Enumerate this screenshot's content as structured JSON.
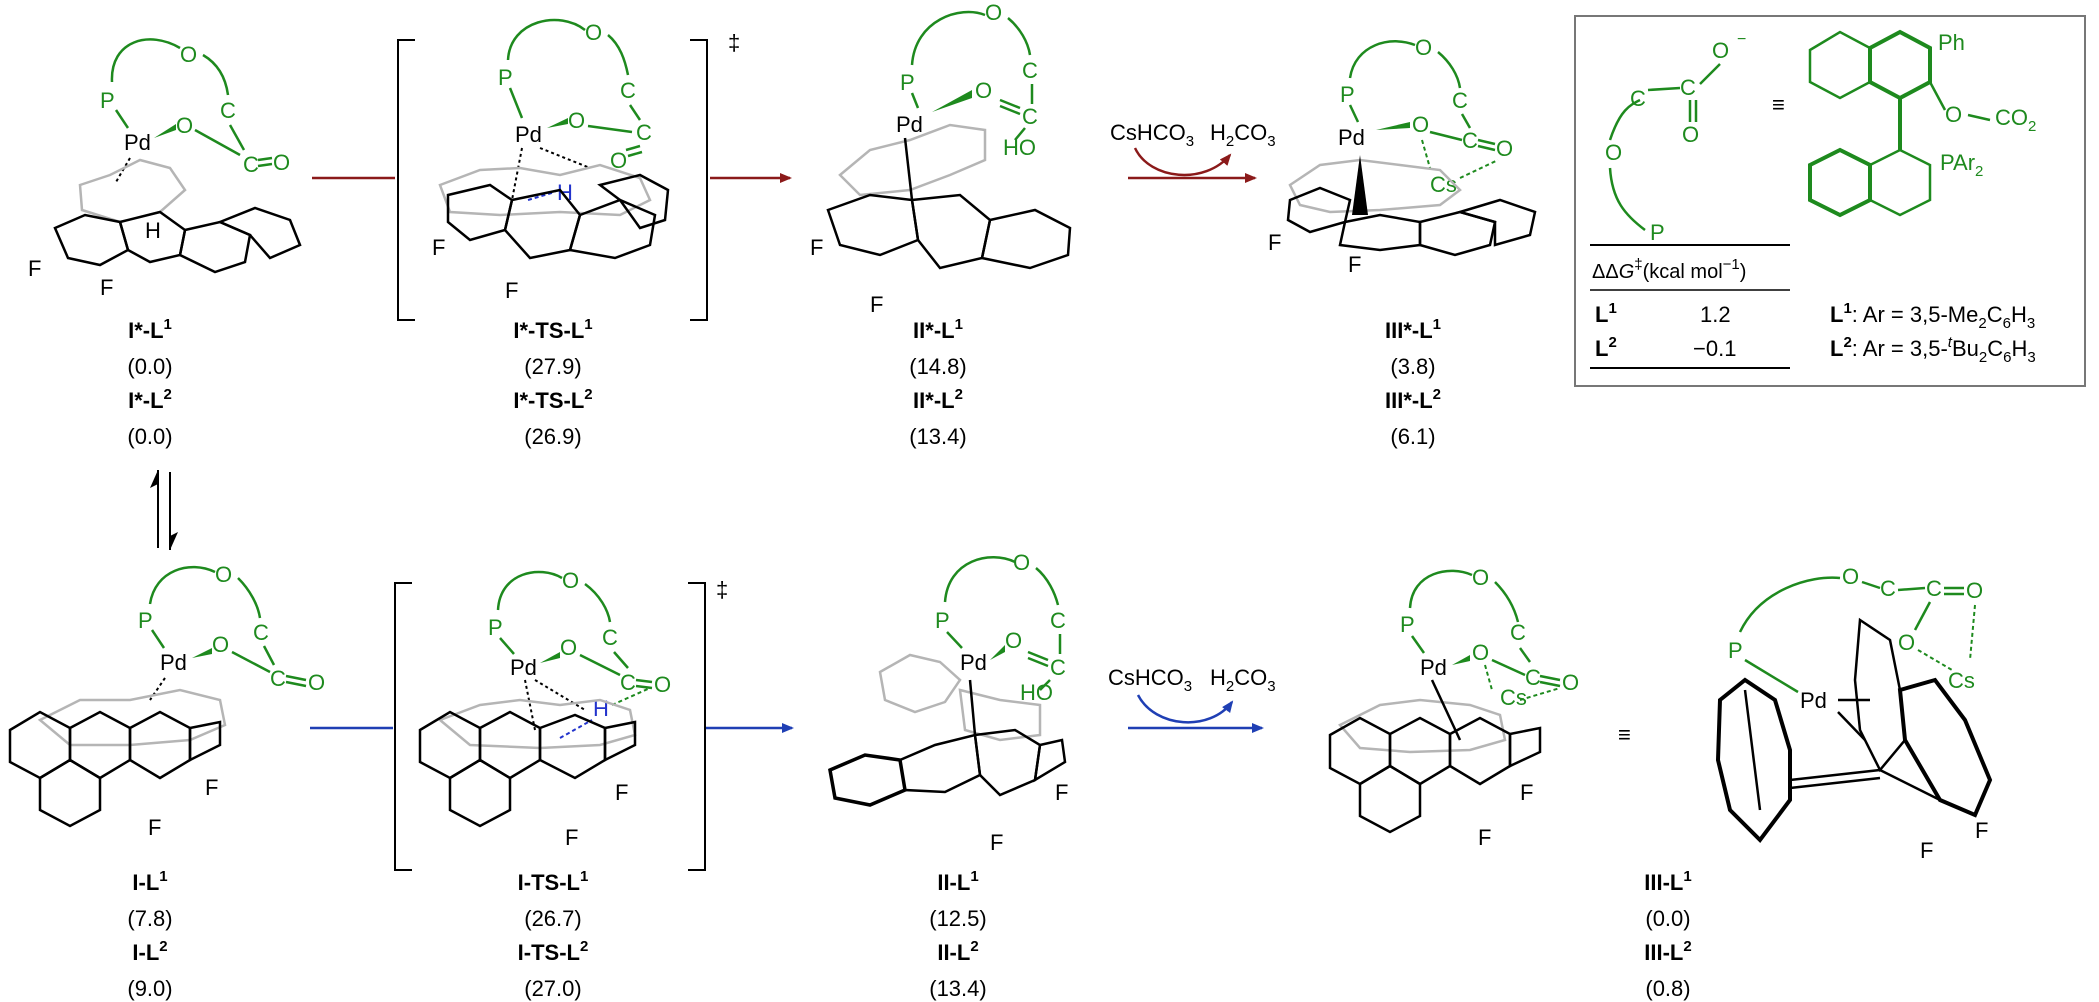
{
  "colors": {
    "green": "#1e8a1e",
    "red_arrow": "#8b1a1a",
    "blue_arrow": "#1f3fb4",
    "blue_hbond": "#2233cc",
    "gray_ring": "#b5b5b5"
  },
  "top": {
    "I": {
      "name1": "I*-L",
      "sup1": "1",
      "e1": "(0.0)",
      "name2": "I*-L",
      "sup2": "2",
      "e2": "(0.0)"
    },
    "TS": {
      "name1": "I*-TS-L",
      "sup1": "1",
      "e1": "(27.9)",
      "name2": "I*-TS-L",
      "sup2": "2",
      "e2": "(26.9)"
    },
    "II": {
      "name1": "II*-L",
      "sup1": "1",
      "e1": "(14.8)",
      "name2": "II*-L",
      "sup2": "2",
      "e2": "(13.4)"
    },
    "III": {
      "name1": "III*-L",
      "sup1": "1",
      "e1": "(3.8)",
      "name2": "III*-L",
      "sup2": "2",
      "e2": "(6.1)"
    }
  },
  "bottom": {
    "I": {
      "name1": "I-L",
      "sup1": "1",
      "e1": "(7.8)",
      "name2": "I-L",
      "sup2": "2",
      "e2": "(9.0)"
    },
    "TS": {
      "name1": "I-TS-L",
      "sup1": "1",
      "e1": "(26.7)",
      "name2": "I-TS-L",
      "sup2": "2",
      "e2": "(27.0)"
    },
    "II": {
      "name1": "II-L",
      "sup1": "1",
      "e1": "(12.5)",
      "name2": "II-L",
      "sup2": "2",
      "e2": "(13.4)"
    },
    "III": {
      "name1": "III-L",
      "sup1": "1",
      "e1": "(0.0)",
      "name2": "III-L",
      "sup2": "2",
      "e2": "(0.8)"
    }
  },
  "reagents": {
    "base": "CsHCO",
    "base_sub": "3",
    "acid": "H",
    "acid_sub1": "2",
    "acid_mid": "CO",
    "acid_sub2": "3"
  },
  "atoms": {
    "pd": "Pd",
    "p": "P",
    "o": "O",
    "c": "C",
    "f": "F",
    "h": "H",
    "ho": "HO",
    "cs": "Cs",
    "dagger": "‡",
    "equiv": "≡"
  },
  "box": {
    "ph": "Ph",
    "o_ch2co2": "O",
    "co2": "CO",
    "co2_sub": "2",
    "par": "PAr",
    "par_sub": "2",
    "o_minus": "O",
    "minus": "−",
    "header_ddg": "ΔΔ",
    "header_g": "G",
    "header_unit": "(kcal mol",
    "header_unit_sup": "−1",
    "header_close": ")",
    "rows": [
      {
        "lig": "L",
        "sup": "1",
        "val": "1.2"
      },
      {
        "lig": "L",
        "sup": "2",
        "val": "−0.1"
      }
    ],
    "l1_def": "L",
    "l1_sup": "1",
    "l1_text": ":   Ar = 3,5-Me",
    "l1_sub1": "2",
    "l1_mid": "C",
    "l1_sub2": "6",
    "l1_end": "H",
    "l1_sub3": "3",
    "l2_def": "L",
    "l2_sup": "2",
    "l2_text": ":   Ar = 3,5-",
    "l2_t": "t",
    "l2_mid": "Bu",
    "l2_sub1": "2",
    "l2_c": "C",
    "l2_sub2": "6",
    "l2_h": "H",
    "l2_sub3": "3"
  }
}
